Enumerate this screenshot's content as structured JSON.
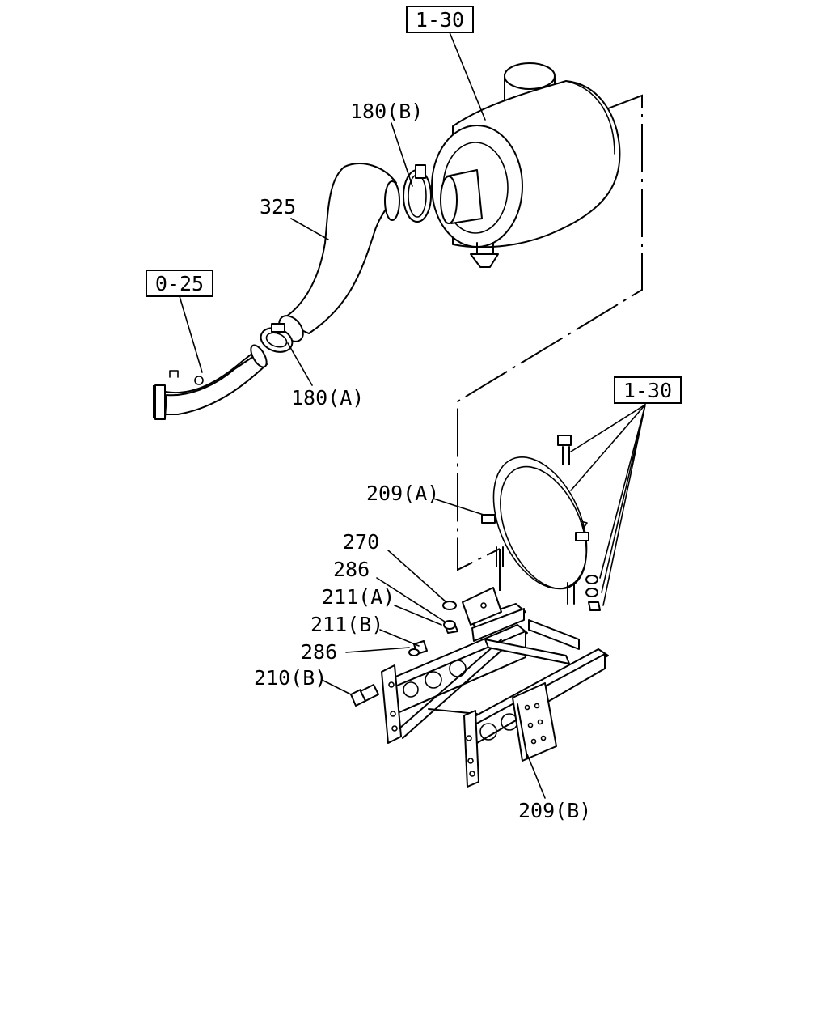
{
  "references": {
    "top": "1-30",
    "left": "0-25",
    "right": "1-30"
  },
  "parts": {
    "p180b": "180(B)",
    "p325": "325",
    "p180a": "180(A)",
    "p209a": "209(A)",
    "p270": "270",
    "p286_upper": "286",
    "p211a": "211(A)",
    "p211b": "211(B)",
    "p286_lower": "286",
    "p210b": "210(B)",
    "p209b": "209(B)"
  }
}
